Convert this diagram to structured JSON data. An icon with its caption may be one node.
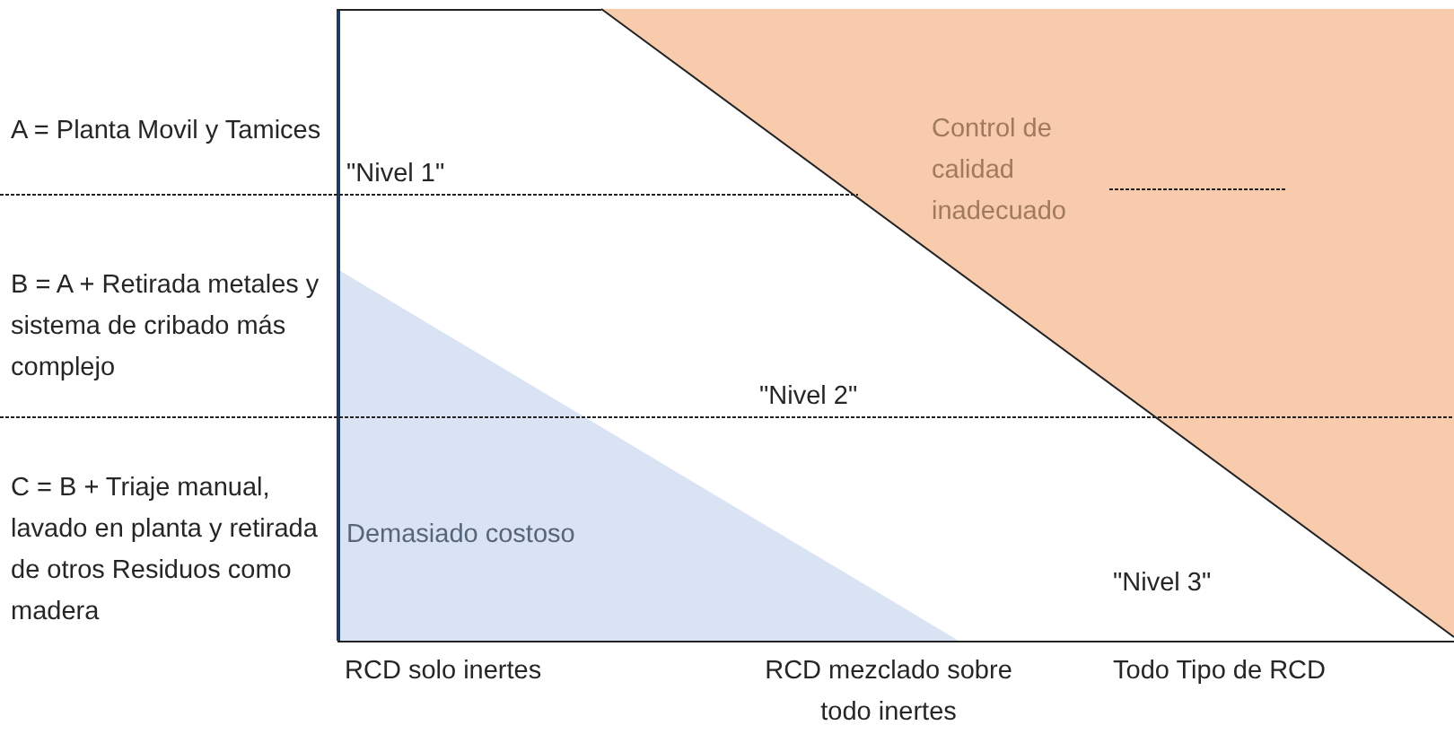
{
  "diagram": {
    "nodes": [
      {
        "text": [
          "Control de calidad inadecuado"
        ]
      },
      {
        "text": [
          "Demasiado costoso"
        ]
      }
    ],
    "labels": [
      "A = Planta Movil y Tamices",
      "\"Nivel 1\"",
      "B = A + Retirada metales y sistema de cribado más complejo",
      "\"Nivel 2\"",
      "C = B + Triaje manual, lavado en planta y retirada de otros Residuos como madera",
      "\"Nivel 3\"",
      "RCD solo inertes",
      "RCD mezclado sobre todo inertes",
      "Todo Tipo de RCD"
    ]
  }
}
